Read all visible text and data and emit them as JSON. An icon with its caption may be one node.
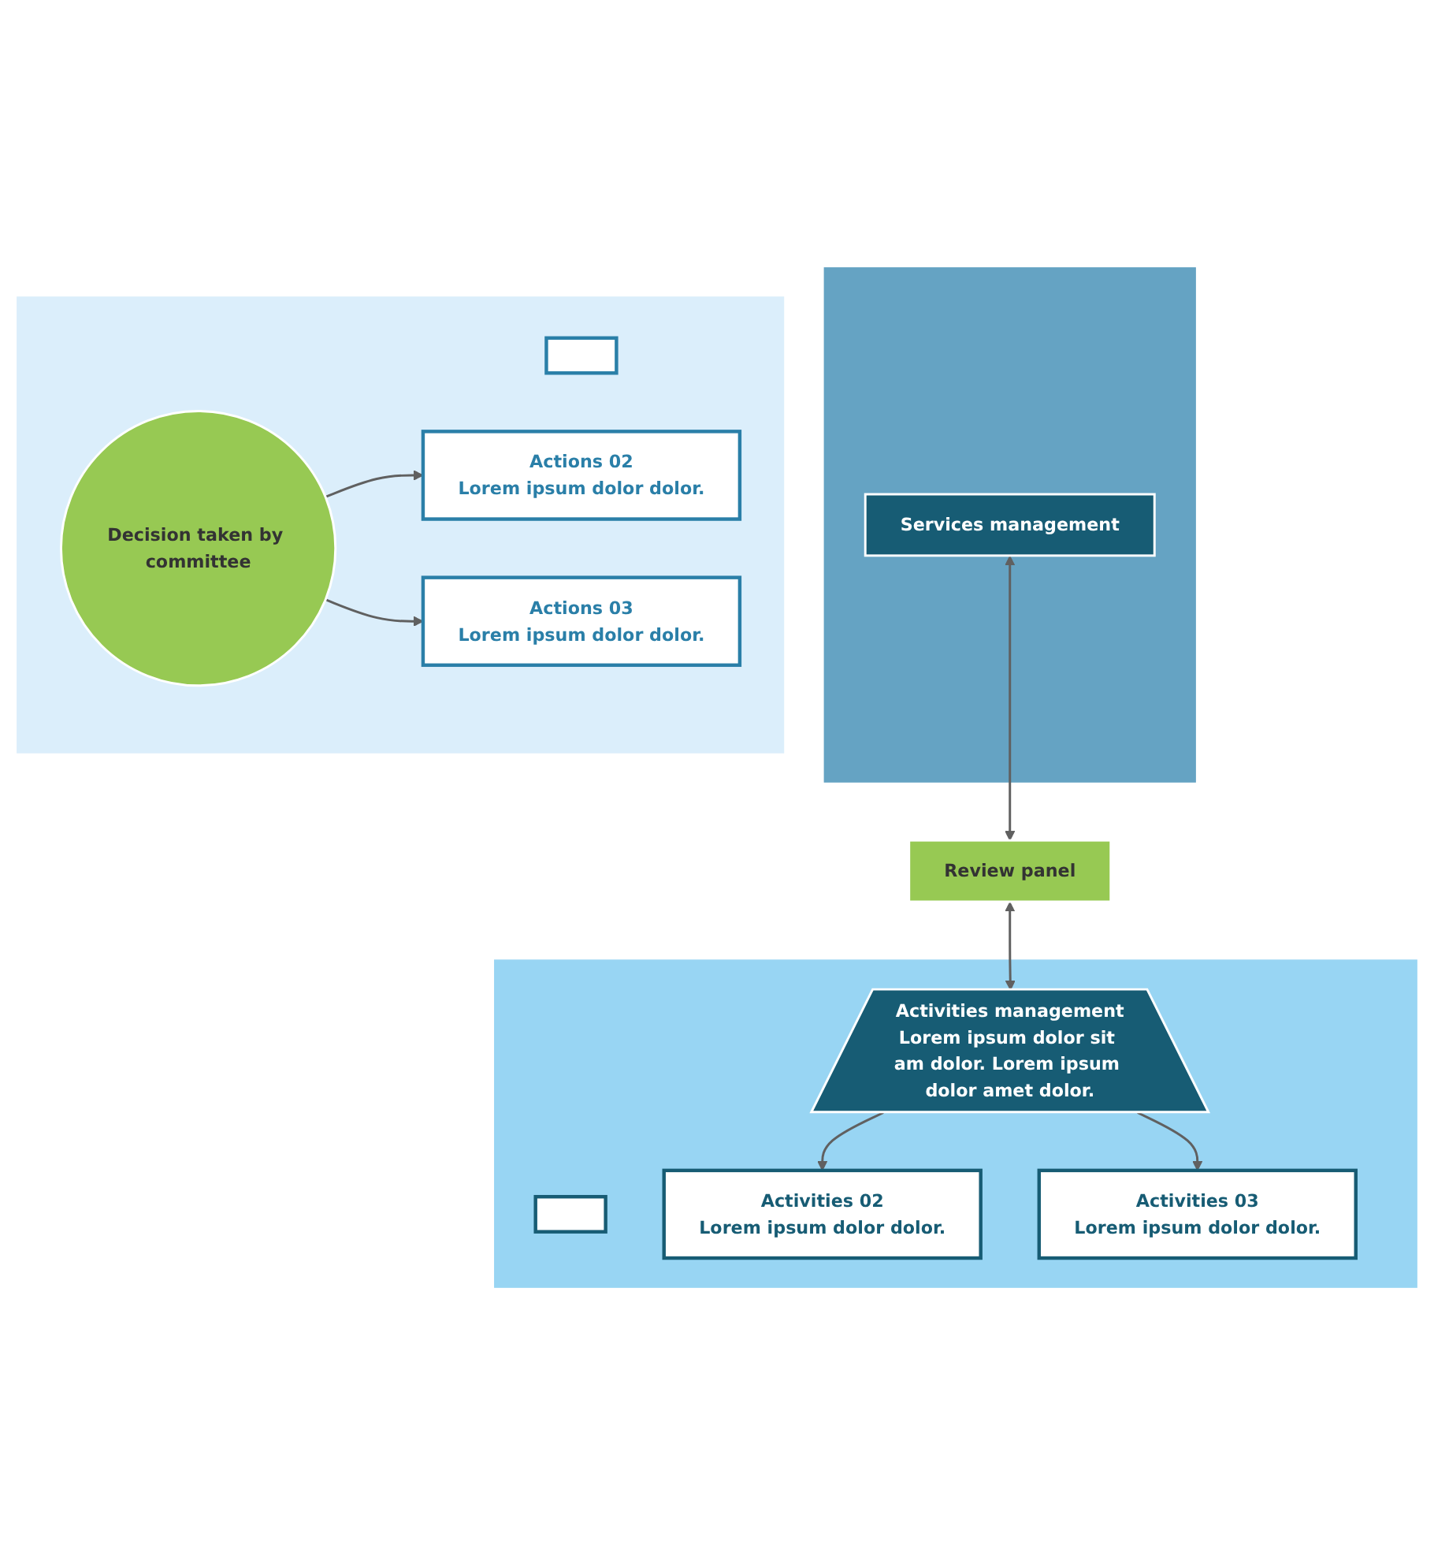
{
  "diagram": {
    "nodes": [
      {
        "text": [],
        "shape": "band"
      },
      {
        "text": [
          "Services management"
        ],
        "in": 0
      },
      {
        "text": [
          "Review panel"
        ]
      },
      {
        "text": [],
        "shape": "band"
      },
      {
        "text": [],
        "shape": "box",
        "in": 3
      },
      {
        "text": [
          "Activities 02",
          "Lorem ipsum dolor dolor."
        ],
        "in": 3
      },
      {
        "text": [
          "Activities 03",
          "Lorem ipsum dolor dolor."
        ],
        "in": 3
      },
      {
        "text": [
          "Activities management",
          "Lorem ipsum dolor sit am dolor. Lorem ipsum dolor amet dolor."
        ],
        "in": 3
      },
      {
        "text": [],
        "shape": "band"
      },
      {
        "text": [],
        "shape": "box",
        "in": 8
      },
      {
        "text": [
          "Actions 02",
          "Lorem ipsum dolor dolor."
        ],
        "in": 8
      },
      {
        "text": [
          "Actions 03",
          "Lorem ipsum dolor dolor."
        ],
        "in": 8
      },
      {
        "text": [
          "Decision taken by committee"
        ],
        "in": 8
      }
    ],
    "edges": [
      {
        "from": 1,
        "to": 2,
        "arrow": "both"
      },
      {
        "from": 2,
        "to": 7,
        "arrow": "both"
      },
      {
        "from": 7,
        "to": 5,
        "arrow": "to"
      },
      {
        "from": 7,
        "to": 6,
        "arrow": "to"
      },
      {
        "from": 12,
        "to": 10,
        "arrow": "to"
      },
      {
        "from": 12,
        "to": 11,
        "arrow": "to"
      }
    ]
  }
}
